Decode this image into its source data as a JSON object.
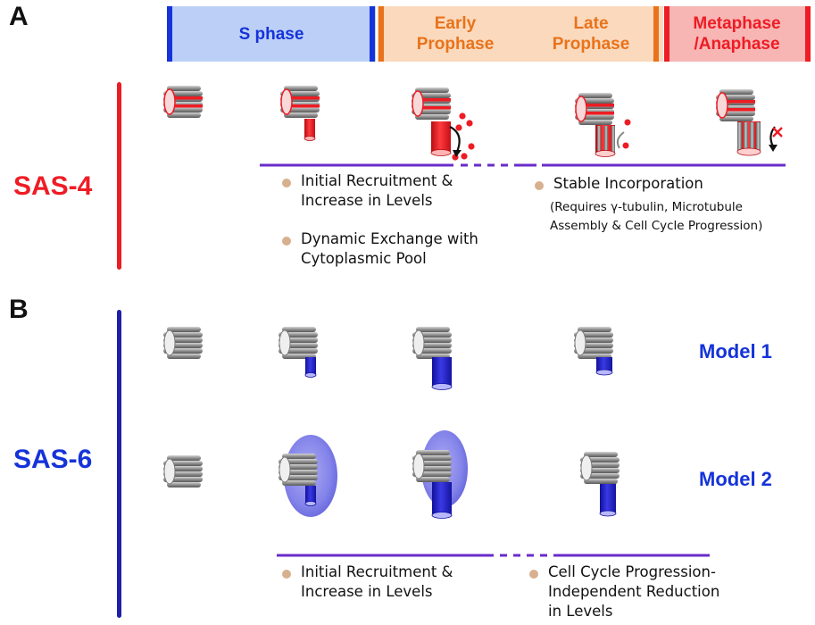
{
  "panels": {
    "a": "A",
    "b": "B"
  },
  "phases": {
    "s_phase": "S phase",
    "early_prophase": "Early\nProphase",
    "late_prophase": "Late\nProphase",
    "metaphase_anaphase": "Metaphase\n/Anaphase"
  },
  "sas4": {
    "label": "SAS-4",
    "notes": {
      "recruitment": "Initial Recruitment &\nIncrease in Levels",
      "exchange": "Dynamic Exchange with\nCytoplasmic Pool",
      "stable": "Stable Incorporation",
      "stable_detail": "(Requires γ-tubulin, Microtubule\nAssembly & Cell Cycle Progression)"
    }
  },
  "sas6": {
    "label": "SAS-6",
    "model1": "Model 1",
    "model2": "Model 2",
    "notes": {
      "recruitment": "Initial Recruitment &\nIncrease in Levels",
      "reduction": "Cell Cycle Progression-\nIndependent Reduction\nin Levels"
    }
  },
  "colors": {
    "sas4": "#ee1c24",
    "sas6": "#1533d8",
    "timeline": "#6a2bc9",
    "s_phase_fill": "#bcd0f7",
    "prophase_fill": "#fbd9bd",
    "metaphase_fill": "#f7b6b4",
    "bullet": "#d7b08f"
  },
  "icons": [
    "centriole-icon",
    "sas4-cylinder-icon",
    "sas6-cylinder-icon",
    "sas6-cloud-icon",
    "exchange-arrow-icon",
    "block-cross-icon"
  ]
}
